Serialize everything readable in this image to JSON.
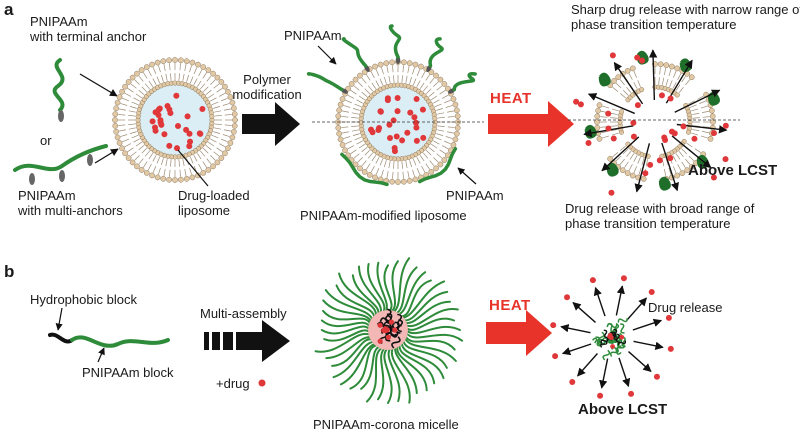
{
  "panel_a": {
    "label": "a",
    "anchor_terminal": [
      "PNIPAAm",
      "with terminal anchor"
    ],
    "or_text": "or",
    "anchor_multi": [
      "PNIPAAm",
      "with multi-anchors"
    ],
    "liposome_label": [
      "Drug-loaded",
      "liposome"
    ],
    "step_label": [
      "Polymer",
      "modification"
    ],
    "pnipaam_top": "PNIPAAm",
    "pnipaam_bottom": "PNIPAAm",
    "modified_caption": "PNIPAAm-modified liposome",
    "heat": "HEAT",
    "sharp_release": [
      "Sharp drug release with narrow range of",
      "phase transition temperature"
    ],
    "broad_release": [
      "Drug release with broad range of",
      "phase transition temperature"
    ],
    "above_lcst": "Above LCST"
  },
  "panel_b": {
    "label": "b",
    "hydrophobic": "Hydrophobic block",
    "pnipaam_block": "PNIPAAm block",
    "assembly": "Multi-assembly",
    "plus_drug": "+drug",
    "micelle_caption": "PNIPAAm-corona micelle",
    "heat": "HEAT",
    "drug_release": "Drug release",
    "above_lcst": "Above LCST"
  },
  "colors": {
    "polymer": "#2e8b3a",
    "polymer_dark": "#1f6e2a",
    "heat_arrow": "#e8332b",
    "drug": "#e0383a",
    "lipid_head": "#e2c9a6",
    "liposome_core": "#dbeef5",
    "arrow": "#111111"
  }
}
